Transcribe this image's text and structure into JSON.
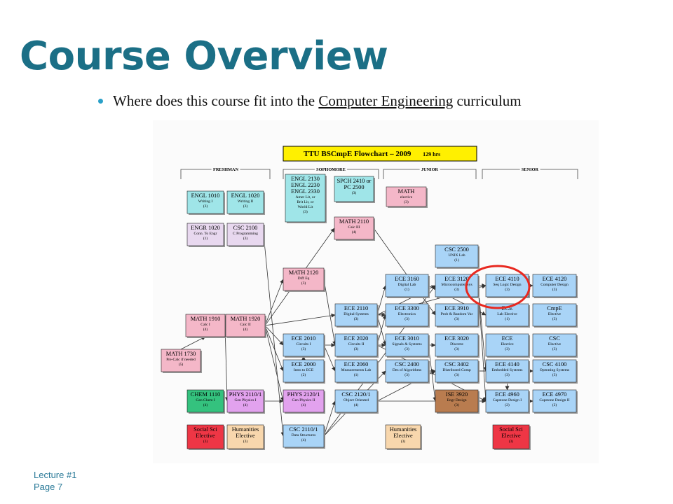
{
  "slide": {
    "title": "Course Overview",
    "bullet_prefix": "Where does this course fit into the ",
    "bullet_link": "Computer Engineering",
    "bullet_suffix": " curriculum",
    "footer_line1": "Lecture #1",
    "footer_line2": "Page 7"
  },
  "flowchart": {
    "title_main": "TTU BSCmpE Flowchart – 2009",
    "title_hours": "129 hrs",
    "columns": [
      "FRESHMAN",
      "SOPHOMORE",
      "JUNIOR",
      "SENIOR"
    ],
    "colors": {
      "cyan": "#9fe5e8",
      "pink": "#f4b7c8",
      "lavender": "#e8d8ef",
      "blue": "#a9d4f7",
      "green": "#34c27e",
      "purple": "#e2a2ee",
      "red": "#ee3645",
      "peach": "#f8d7ad",
      "brown": "#b97c4f",
      "title_fill": "#fff000",
      "highlight": "#e8281f"
    },
    "courses": [
      {
        "id": "engl1010",
        "l1": "ENGL 1010",
        "l2": [
          "Writing I",
          "(3)"
        ],
        "color": "cyan"
      },
      {
        "id": "engl1020",
        "l1": "ENGL 1020",
        "l2": [
          "Writing II",
          "(3)"
        ],
        "color": "cyan"
      },
      {
        "id": "engl2130",
        "l1": "ENGL 2130",
        "l1b": [
          "ENGL 2230",
          "ENGL 2330"
        ],
        "l2": [
          "Amer Lit, or",
          "Brit Lit, or",
          "World Lit",
          "(3)"
        ],
        "color": "cyan"
      },
      {
        "id": "spch2410",
        "l1": "SPCH 2410 or",
        "l1b": [
          "PC 2500"
        ],
        "l2": [
          "(3)"
        ],
        "color": "cyan"
      },
      {
        "id": "math_elective",
        "l1": "MATH",
        "l2": [
          "elective",
          "(3)"
        ],
        "color": "pink"
      },
      {
        "id": "engr1020",
        "l1": "ENGR 1020",
        "l2": [
          "Conn. To Engr",
          "(1)"
        ],
        "color": "lavender"
      },
      {
        "id": "csc2100",
        "l1": "CSC 2100",
        "l2": [
          "C Programming",
          "(3)"
        ],
        "color": "lavender"
      },
      {
        "id": "math2110",
        "l1": "MATH 2110",
        "l2": [
          "Calc III",
          "(4)"
        ],
        "color": "pink"
      },
      {
        "id": "csc2500",
        "l1": "CSC 2500",
        "l2": [
          "UNIX Lab",
          "(1)"
        ],
        "color": "blue"
      },
      {
        "id": "math2120",
        "l1": "MATH 2120",
        "l2": [
          "Diff Eq",
          "(3)"
        ],
        "color": "pink"
      },
      {
        "id": "ece3160",
        "l1": "ECE 3160",
        "l2": [
          "Digital Lab",
          "(1)"
        ],
        "color": "blue"
      },
      {
        "id": "ece3120",
        "l1": "ECE 3120",
        "l2": [
          "Microcomputer Sys",
          "(3)"
        ],
        "color": "blue"
      },
      {
        "id": "ece4110",
        "l1": "ECE 4110",
        "l2": [
          "Seq Logic Design",
          "(3)"
        ],
        "color": "blue"
      },
      {
        "id": "ece4120",
        "l1": "ECE 4120",
        "l2": [
          "Computer Design",
          "(3)"
        ],
        "color": "blue"
      },
      {
        "id": "ece2110",
        "l1": "ECE 2110",
        "l2": [
          "Digital Systems",
          "(3)"
        ],
        "color": "blue"
      },
      {
        "id": "ece3300",
        "l1": "ECE 3300",
        "l2": [
          "Electronics",
          "(3)"
        ],
        "color": "blue"
      },
      {
        "id": "ece3910",
        "l1": "ECE 3910",
        "l2": [
          "Prob & Random Var",
          "(3)"
        ],
        "color": "blue"
      },
      {
        "id": "ece_lab_elective",
        "l1": "ECE",
        "l2": [
          "Lab Elective",
          "(1)"
        ],
        "color": "blue"
      },
      {
        "id": "cmpe_elective",
        "l1": "CmpE",
        "l2": [
          "Elective",
          "(3)"
        ],
        "color": "blue"
      },
      {
        "id": "math1910",
        "l1": "MATH 1910",
        "l2": [
          "Calc I",
          "(4)"
        ],
        "color": "pink"
      },
      {
        "id": "math1920",
        "l1": "MATH 1920",
        "l2": [
          "Calc II",
          "(4)"
        ],
        "color": "pink"
      },
      {
        "id": "ece2010",
        "l1": "ECE 2010",
        "l2": [
          "Circuits I",
          "(3)"
        ],
        "color": "blue"
      },
      {
        "id": "ece2020",
        "l1": "ECE 2020",
        "l2": [
          "Circuits II",
          "(3)"
        ],
        "color": "blue"
      },
      {
        "id": "ece3010",
        "l1": "ECE 3010",
        "l2": [
          "Signals & Systems",
          "(3)"
        ],
        "color": "blue"
      },
      {
        "id": "ece3020",
        "l1": "ECE 3020",
        "l2": [
          "Discrete",
          "(3)"
        ],
        "color": "blue"
      },
      {
        "id": "ece_elective",
        "l1": "ECE",
        "l2": [
          "Elective",
          "(3)"
        ],
        "color": "blue"
      },
      {
        "id": "csc_elective",
        "l1": "CSC",
        "l2": [
          "Elective",
          "(3)"
        ],
        "color": "blue"
      },
      {
        "id": "math1730",
        "l1": "MATH 1730",
        "l2": [
          "Pre-Calc if needed",
          "(5)"
        ],
        "color": "pink"
      },
      {
        "id": "ece2000",
        "l1": "ECE 2000",
        "l2": [
          "Intro to ECE",
          "(2)"
        ],
        "color": "blue"
      },
      {
        "id": "ece2060",
        "l1": "ECE 2060",
        "l2": [
          "Measurements Lab",
          "(1)"
        ],
        "color": "blue"
      },
      {
        "id": "csc2400",
        "l1": "CSC 2400",
        "l2": [
          "Des of Algorithms",
          "(3)"
        ],
        "color": "blue"
      },
      {
        "id": "csc3402",
        "l1": "CSC 3402",
        "l2": [
          "Distributed Comp",
          "(3)"
        ],
        "color": "blue"
      },
      {
        "id": "ece4140",
        "l1": "ECE 4140",
        "l2": [
          "Embedded Systems",
          "(3)"
        ],
        "color": "blue"
      },
      {
        "id": "csc4100",
        "l1": "CSC 4100",
        "l2": [
          "Operating Systems",
          "(3)"
        ],
        "color": "blue"
      },
      {
        "id": "chem1110",
        "l1": "CHEM 1110",
        "l2": [
          "Gen Chem I",
          "(4)"
        ],
        "color": "green"
      },
      {
        "id": "phys2110",
        "l1": "PHYS 2110/1",
        "l2": [
          "Gen Physics I",
          "(4)"
        ],
        "color": "purple"
      },
      {
        "id": "phys2120",
        "l1": "PHYS 2120/1",
        "l2": [
          "Gen Physics II",
          "(4)"
        ],
        "color": "purple"
      },
      {
        "id": "csc2120",
        "l1": "CSC 2120/1",
        "l2": [
          "Object Oriented",
          "(4)"
        ],
        "color": "blue"
      },
      {
        "id": "ise3920",
        "l1": "ISE 3920",
        "l2": [
          "Engr Design",
          "(3)"
        ],
        "color": "brown"
      },
      {
        "id": "ece4960",
        "l1": "ECE 4960",
        "l2": [
          "Capstone Design I",
          "(2)"
        ],
        "color": "blue"
      },
      {
        "id": "ece4970",
        "l1": "ECE 4970",
        "l2": [
          "Capstone Design II",
          "(2)"
        ],
        "color": "blue"
      },
      {
        "id": "socsci1",
        "l1": "Social Sci",
        "l1b": [
          "Elective"
        ],
        "l2": [
          "(3)"
        ],
        "color": "red"
      },
      {
        "id": "hum1",
        "l1": "Humanities",
        "l1b": [
          "Elective"
        ],
        "l2": [
          "(3)"
        ],
        "color": "peach"
      },
      {
        "id": "csc2110",
        "l1": "CSC 2110/1",
        "l2": [
          "Data Structures",
          "(4)"
        ],
        "color": "blue"
      },
      {
        "id": "hum2",
        "l1": "Humanities",
        "l1b": [
          "Elective"
        ],
        "l2": [
          "(3)"
        ],
        "color": "peach"
      },
      {
        "id": "socsci2",
        "l1": "Social Sci",
        "l1b": [
          "Elective"
        ],
        "l2": [
          "(3)"
        ],
        "color": "red"
      }
    ],
    "highlighted": "ece4110"
  }
}
